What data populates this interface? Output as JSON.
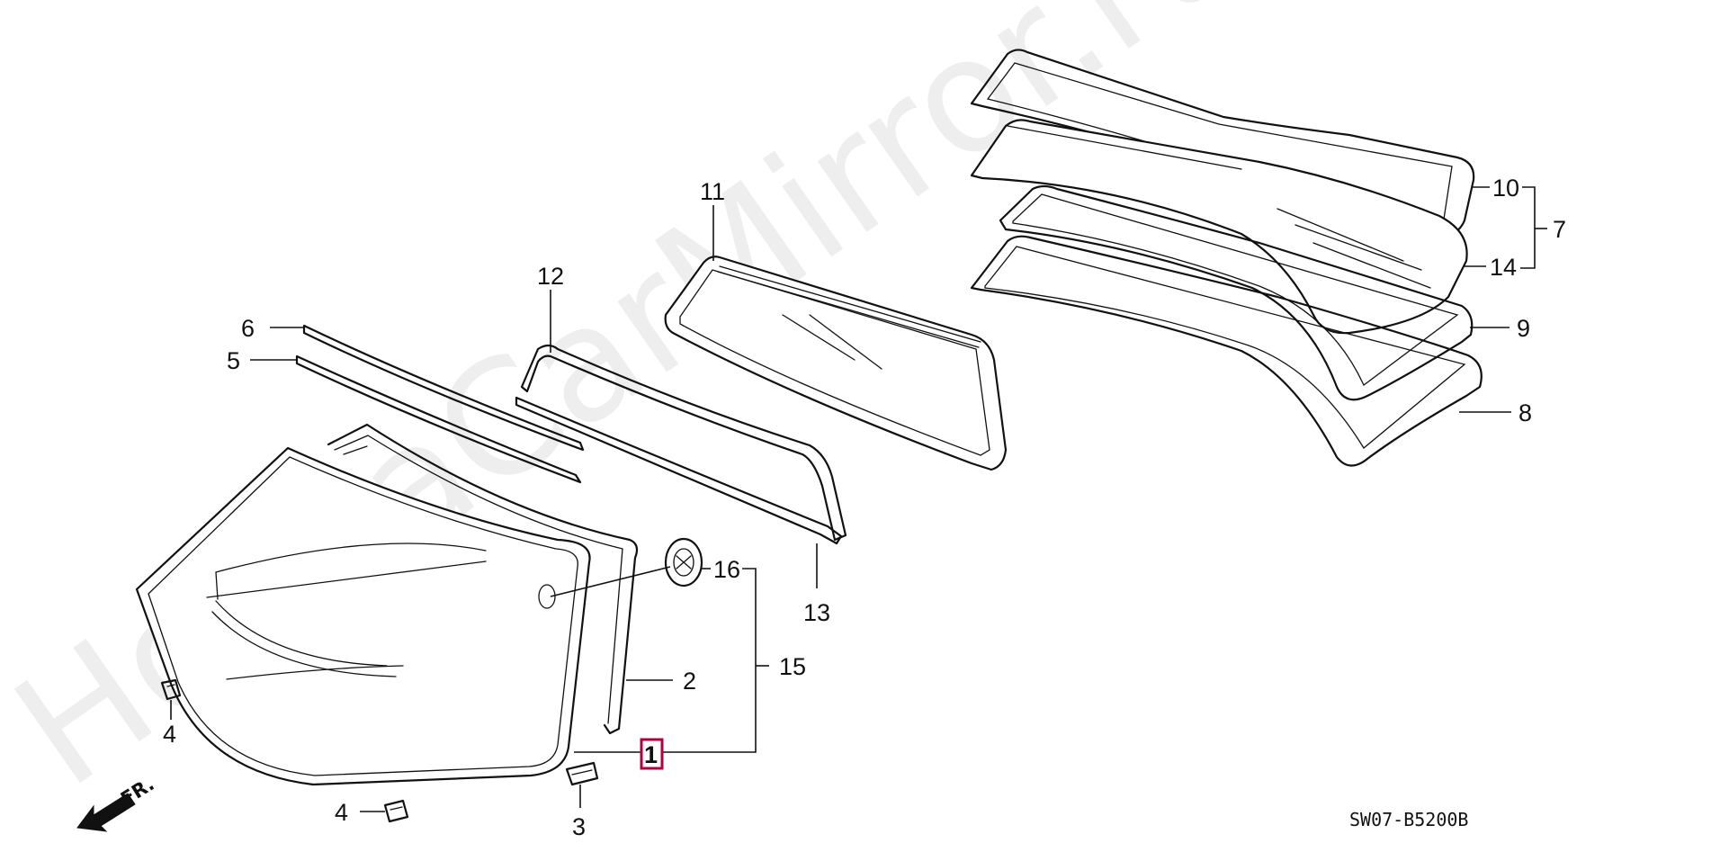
{
  "watermark": "HondaCarMirror.ru",
  "diagram_code": "SW07-B5200B",
  "direction_label": "FR.",
  "callouts": {
    "c1": "1",
    "c2": "2",
    "c3": "3",
    "c4a": "4",
    "c4b": "4",
    "c5": "5",
    "c6": "6",
    "c7": "7",
    "c8": "8",
    "c9": "9",
    "c10": "10",
    "c11": "11",
    "c12": "12",
    "c13": "13",
    "c14": "14",
    "c15": "15",
    "c16": "16"
  },
  "highlighted_part": "1",
  "colors": {
    "highlight": "#b3003a",
    "line": "#111111",
    "watermark": "#d9d9d9"
  }
}
